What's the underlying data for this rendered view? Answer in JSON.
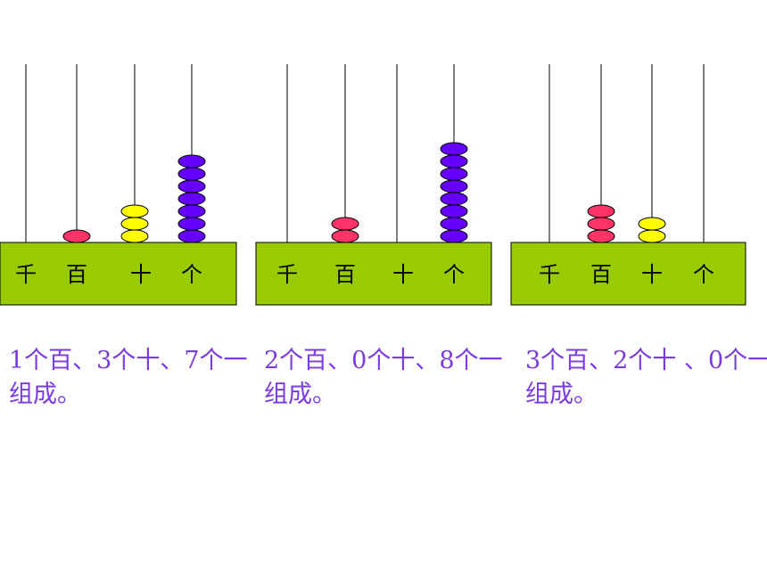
{
  "colors": {
    "base": "#99cc00",
    "hundreds_bead": "#ff3366",
    "tens_bead": "#ffff00",
    "ones_bead": "#6600ff",
    "caption": "#7a3be0"
  },
  "abacuses": [
    {
      "place_labels": [
        "千",
        "百",
        "十",
        "个"
      ],
      "beads": {
        "thousands": 0,
        "hundreds": 1,
        "tens": 3,
        "ones": 7
      },
      "caption": "1个百、3个十、7个一组成。"
    },
    {
      "place_labels": [
        "千",
        "百",
        "十",
        "个"
      ],
      "beads": {
        "thousands": 0,
        "hundreds": 2,
        "tens": 0,
        "ones": 8
      },
      "caption": "2个百、0个十、8个一组成。"
    },
    {
      "place_labels": [
        "千",
        "百",
        "十",
        "个"
      ],
      "beads": {
        "thousands": 0,
        "hundreds": 3,
        "tens": 2,
        "ones": 0
      },
      "caption": "3个百、2个十 、0个一组成。"
    }
  ]
}
